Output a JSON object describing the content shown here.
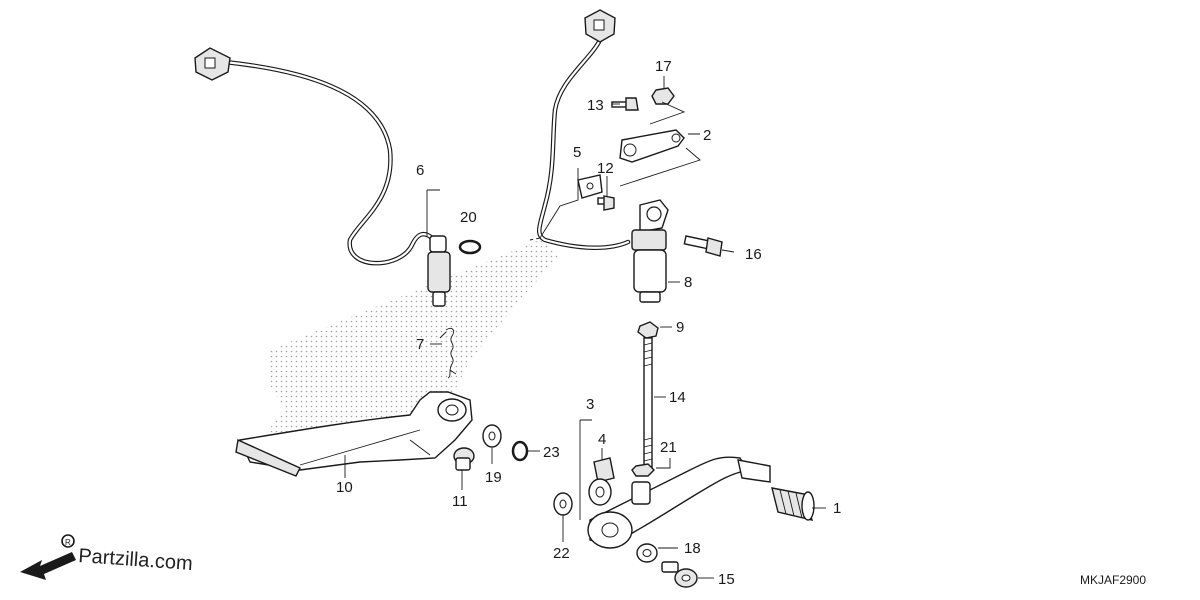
{
  "diagram": {
    "callouts": [
      {
        "id": "c1",
        "text": "1"
      },
      {
        "id": "c2",
        "text": "2"
      },
      {
        "id": "c3",
        "text": "3"
      },
      {
        "id": "c4",
        "text": "4"
      },
      {
        "id": "c5",
        "text": "5"
      },
      {
        "id": "c6",
        "text": "6"
      },
      {
        "id": "c7",
        "text": "7"
      },
      {
        "id": "c8",
        "text": "8"
      },
      {
        "id": "c9",
        "text": "9"
      },
      {
        "id": "c10",
        "text": "10"
      },
      {
        "id": "c11",
        "text": "11"
      },
      {
        "id": "c12",
        "text": "12"
      },
      {
        "id": "c13",
        "text": "13"
      },
      {
        "id": "c14",
        "text": "14"
      },
      {
        "id": "c15",
        "text": "15"
      },
      {
        "id": "c16",
        "text": "16"
      },
      {
        "id": "c17",
        "text": "17"
      },
      {
        "id": "c18",
        "text": "18"
      },
      {
        "id": "c19",
        "text": "19"
      },
      {
        "id": "c20",
        "text": "20"
      },
      {
        "id": "c21",
        "text": "21"
      },
      {
        "id": "c22",
        "text": "22"
      },
      {
        "id": "c23",
        "text": "23"
      }
    ],
    "diagram_code": "MKJAF2900",
    "watermark": "Partzilla.com",
    "icons": [
      "front-direction-arrow-icon",
      "partzilla-logo-icon"
    ]
  }
}
